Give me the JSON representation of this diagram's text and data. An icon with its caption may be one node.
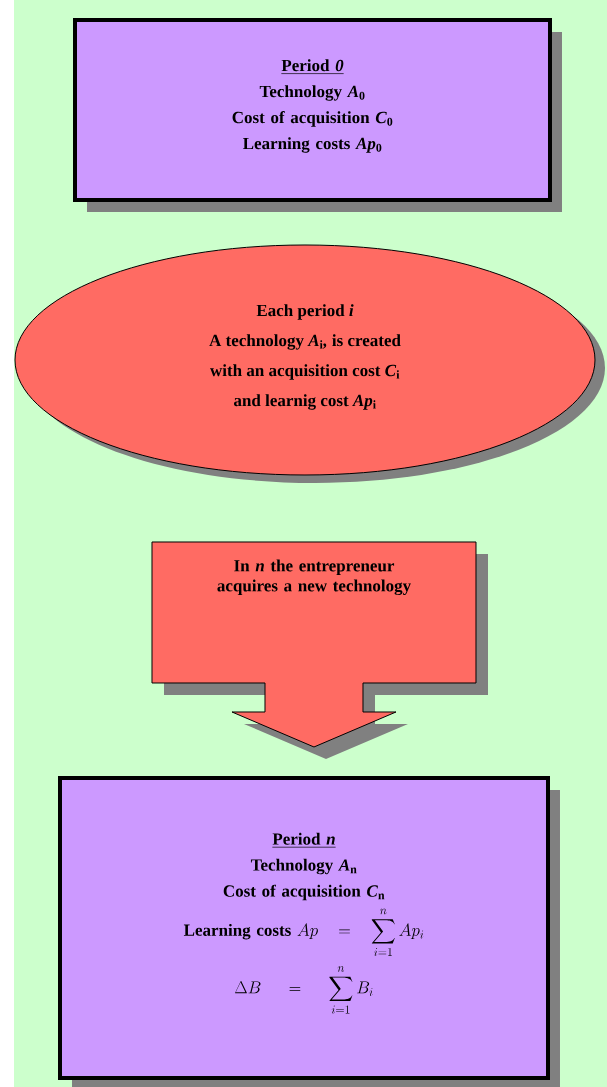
{
  "diagram": {
    "nodes": [
      {
        "text": [
          "Period *0*",
          "Technology *A*$_{0}$",
          "Cost of acquisition *C*$_{0}$",
          "Learning costs *Ap*$_{0}$"
        ]
      },
      {
        "text": [
          "Each period *i*",
          "A technology *A*$_{i}$*,* is created",
          "with an acquisition cost *C*$_{i}$",
          "and learnig cost *Ap*$_{i}$"
        ]
      },
      {
        "text": [
          "In *n* the entrepreneur acquires a new technology"
        ]
      },
      {
        "text": [
          "Period *n*",
          "Technology *A*$_{n}$",
          "Cost of acquisition *C*$_{n}$",
          "Learning costs",
          "Ap = \\sum_{i=1}^{n} Ap_{i}",
          "\\Delta B = \\sum_{i=1}^{n} B_{i}"
        ]
      }
    ]
  }
}
